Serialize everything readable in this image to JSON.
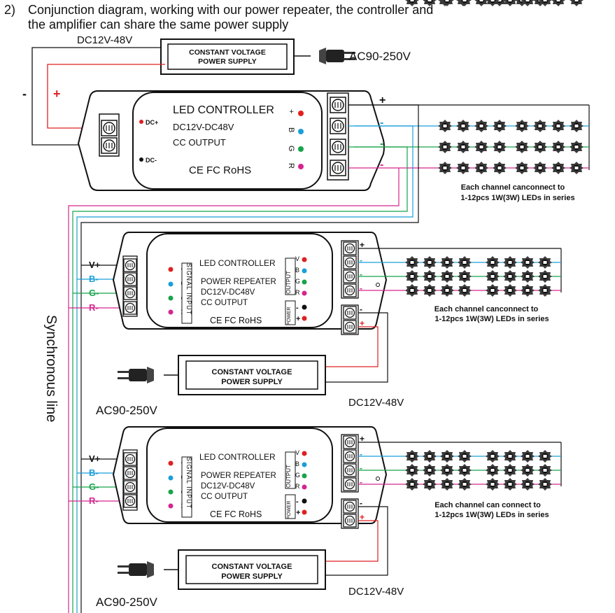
{
  "heading": {
    "number": "2)",
    "line1": "Conjunction diagram, working with our power repeater, the controller and",
    "line2": "the amplifier can share the same power supply"
  },
  "psu_label_line1": "CONSTANT VOLTAGE",
  "psu_label_line2": "POWER SUPPLY",
  "mains_label": "AC90-250V",
  "dc_label": "DC12V-48V",
  "synchronous_line_label": "Synchronous line",
  "controller": {
    "title": "LED CONTROLLER",
    "voltage": "DC12V-DC48V",
    "mode": "CC OUTPUT",
    "certs": "CE FC RoHS",
    "dc_plus": "DC+",
    "dc_minus": "DC-",
    "channel_letters": [
      "+",
      "B",
      "G",
      "R"
    ]
  },
  "repeater": {
    "title": "LED CONTROLLER",
    "line1": "POWER REPEATER",
    "line2": "DC12V-DC48V",
    "line3": "CC OUTPUT",
    "certs": "CE FC RoHS",
    "signal_input": "SIGNAL INPUT",
    "input_letters": [
      "V",
      "B",
      "G",
      "R"
    ],
    "output_label": "OUTPUT",
    "output_letters": [
      "V",
      "B",
      "G",
      "R"
    ],
    "power_label": "POWER",
    "power_letters": [
      "-",
      "+"
    ]
  },
  "input_labels": [
    "V+",
    "B-",
    "G-",
    "R-"
  ],
  "polarity": {
    "plus": "+",
    "minus": "-"
  },
  "led_note_top": {
    "line1": "Each channel canconnect to",
    "line2": "1-12pcs 1W(3W) LEDs in series"
  },
  "led_note_mid": {
    "line1": "Each channel canconnect to",
    "line2": "1-12pcs 1W(3W) LEDs in series"
  },
  "led_note_bottom": {
    "line1": "Each channel can connect to",
    "line2": "1-12pcs 1W(3W) LEDs in series"
  },
  "colors": {
    "plus_red": "#e02020",
    "blue": "#1a9fd9",
    "green": "#17a44a",
    "magenta": "#d6248f",
    "wire": "#222222"
  }
}
